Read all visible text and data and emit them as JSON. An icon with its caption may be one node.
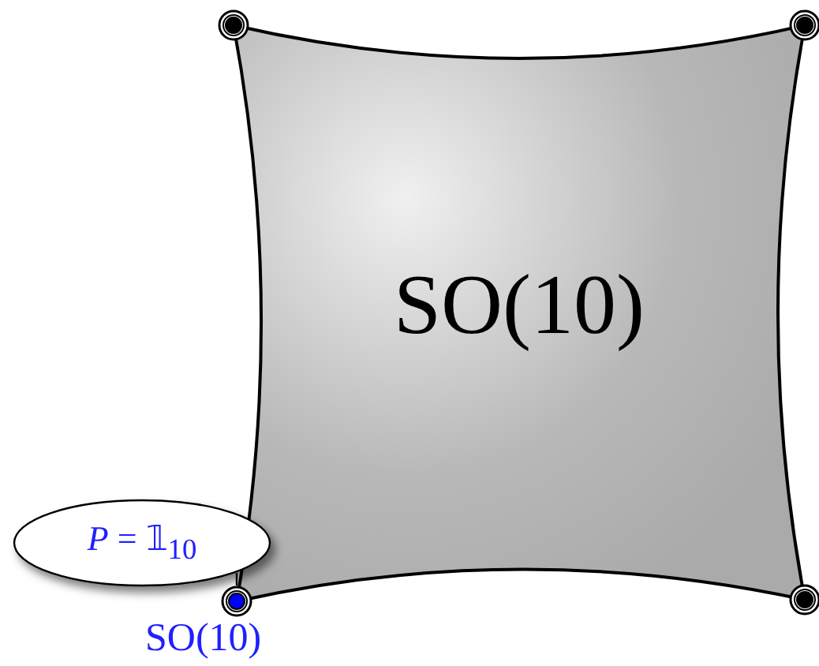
{
  "diagram": {
    "nodes": [
      {
        "text": [
          "SO(10)"
        ]
      },
      {
        "text": [],
        "shape": "circle"
      },
      {
        "text": [],
        "shape": "circle"
      },
      {
        "text": [
          "*P* = 𝟙$_{10}$"
        ]
      },
      {
        "text": [],
        "shape": "circle",
        "beside": [
          "SO(10)"
        ]
      },
      {
        "text": [],
        "shape": "circle"
      }
    ],
    "edges": [
      {
        "from": 3,
        "to": 4,
        "arrow": "none"
      }
    ]
  }
}
